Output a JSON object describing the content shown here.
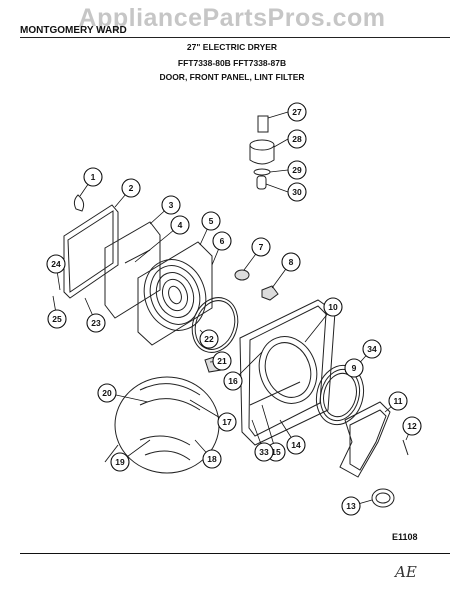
{
  "watermark": "AppliancePartsPros.com",
  "header": {
    "brand": "MONTGOMERY WARD",
    "title": "27\" ELECTRIC DRYER",
    "models": "FFT7338-80B   FFT7338-87B",
    "section": "DOOR, FRONT PANEL, LINT FILTER"
  },
  "diagram_code": "E1108",
  "initials": "AE",
  "callouts": [
    {
      "n": "1"
    },
    {
      "n": "2"
    },
    {
      "n": "3"
    },
    {
      "n": "4"
    },
    {
      "n": "5"
    },
    {
      "n": "6"
    },
    {
      "n": "7"
    },
    {
      "n": "8"
    },
    {
      "n": "9"
    },
    {
      "n": "10"
    },
    {
      "n": "11"
    },
    {
      "n": "12"
    },
    {
      "n": "13"
    },
    {
      "n": "14"
    },
    {
      "n": "15"
    },
    {
      "n": "16"
    },
    {
      "n": "17"
    },
    {
      "n": "18"
    },
    {
      "n": "19"
    },
    {
      "n": "20"
    },
    {
      "n": "21"
    },
    {
      "n": "22"
    },
    {
      "n": "23"
    },
    {
      "n": "24"
    },
    {
      "n": "25"
    },
    {
      "n": "27"
    },
    {
      "n": "28"
    },
    {
      "n": "29"
    },
    {
      "n": "30"
    },
    {
      "n": "33"
    },
    {
      "n": "34"
    }
  ]
}
